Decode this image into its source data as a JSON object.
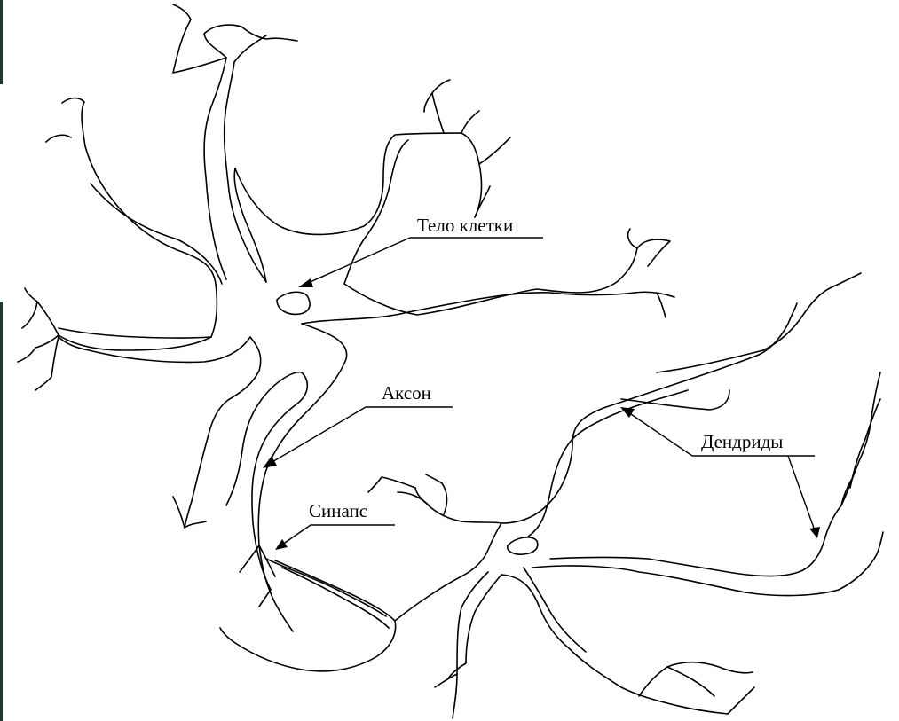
{
  "diagram": {
    "labels": {
      "cell_body": "Тело клетки",
      "axon": "Аксон",
      "synapse": "Синапс",
      "dendrites": "Дендриды"
    },
    "colors": {
      "line": "#000000",
      "background": "#ffffff",
      "edge_strip": "#1f3a2a"
    }
  }
}
